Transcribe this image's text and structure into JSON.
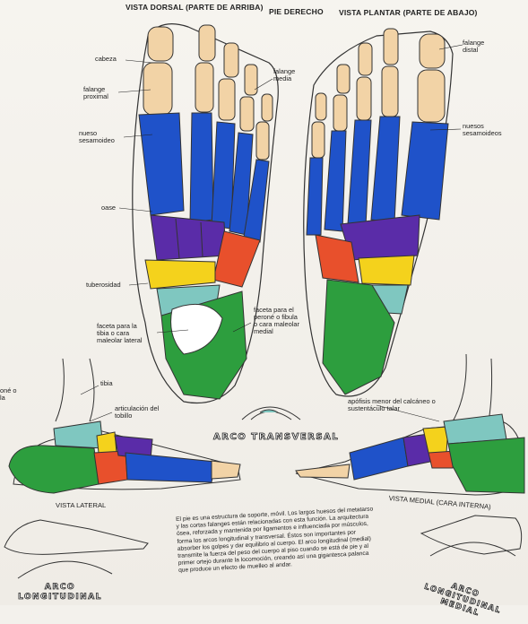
{
  "headers": {
    "dorsal": "VISTA DORSAL (PARTE DE ARRIBA)",
    "foot": "PIE DERECHO",
    "plantar": "VISTA PLANTAR (PARTE DE ABAJO)"
  },
  "labels": {
    "cabeza": "cabeza",
    "falange_proximal": "falange proximal",
    "nueso_sesamoideo": "nueso sesamoideo",
    "base": "oase",
    "tuberosidad": "tuberosidad",
    "faceta_tibia": "faceta para la tibia o cara maleolar lateral",
    "falange_media": "falange media",
    "faceta_perone": "faceta para el peroné o fibula o cara maleolar medial",
    "falange_distal": "falange distal",
    "huesos_sesamoideos": "nuesos sesamoideos",
    "perone": "oné o la",
    "tibia": "tibia",
    "articulacion": "articulación del tobillo",
    "apofisis": "apófisis menor del calcáneo o sustentáculo talar",
    "vista_lateral": "VISTA LATERAL",
    "vista_medial": "VISTA MEDIAL (CARA INTERNA)"
  },
  "arcos": {
    "transversal": "ARCO TRANSVERSAL",
    "longitudinal": "ARCO LONGITUDINAL",
    "longitudinal_medial": "ARCO LONGITUDINAL MEDIAL"
  },
  "description": "El pie es una estructura de soporte, móvil. Los largos huesos del metatarso y las cortas falanges están relacionadas con esta función. La arquitectura ósea, reforzada y mantenida por ligamentos e influenciada por músculos, forma los arcos longitudinal y transversal. Éstos son importantes por absorber los golpes y dar equilibrio al cuerpo. El arco longitudinal (medial) transmite la fuerza del peso del cuerpo al piso cuando se está de pie y al primer ortejo durante la locomoción, creando así una gigantesca palanca que produce un efecto de muelleo al andar.",
  "colors": {
    "phalanx": "#f2d3a6",
    "metatarsal": "#1f52c9",
    "cuneiform": "#5a2ca8",
    "cuboid": "#e8502c",
    "navicular": "#f4d21c",
    "talus": "#7fc7c0",
    "calcaneus": "#2d9e3e",
    "outline": "#333333"
  }
}
